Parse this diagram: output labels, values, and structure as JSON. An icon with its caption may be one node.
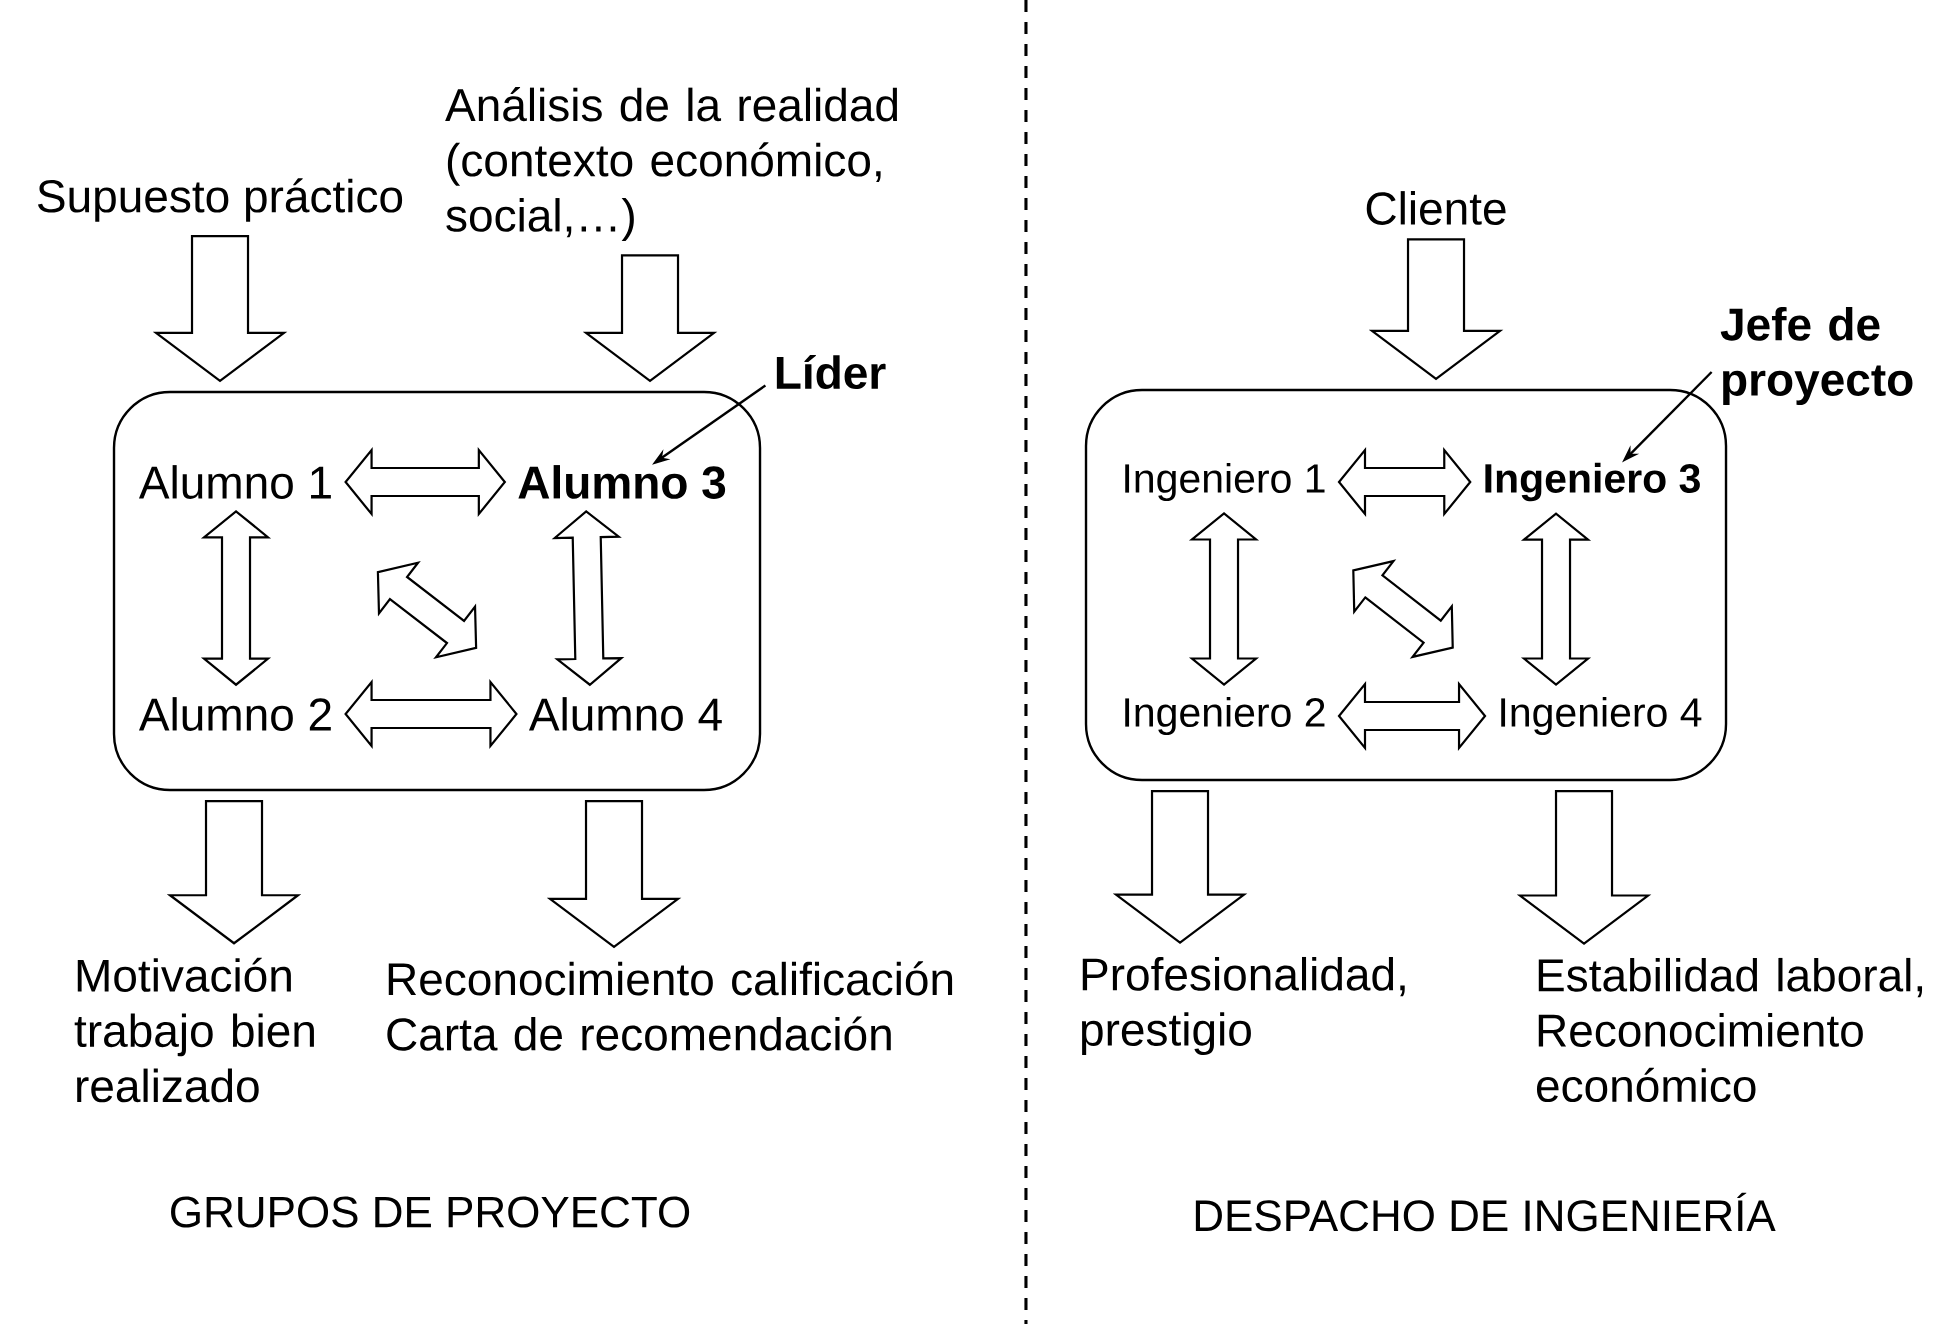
{
  "diagram": {
    "nodes": [
      {
        "text": [],
        "shape": "box"
      },
      {
        "text": [
          "Alumno 1"
        ],
        "in": 0
      },
      {
        "text": [
          "Alumno 3"
        ],
        "in": 0
      },
      {
        "text": [
          "Alumno 2"
        ],
        "in": 0
      },
      {
        "text": [
          "Alumno 4"
        ],
        "in": 0
      },
      {
        "text": [
          "Supuesto práctico"
        ]
      },
      {
        "text": [
          "Análisis de la realidad (contexto económico, social,…)"
        ]
      },
      {
        "text": [
          "Líder"
        ]
      },
      {
        "text": [
          "Motivación trabajo bien realizado"
        ]
      },
      {
        "text": [
          "Reconocimiento calificación Carta de recomendación"
        ]
      },
      {
        "text": [],
        "shape": "box"
      },
      {
        "text": [
          "Ingeniero 1"
        ],
        "in": 10
      },
      {
        "text": [
          "Ingeniero 3"
        ],
        "in": 10
      },
      {
        "text": [
          "Ingeniero 2"
        ],
        "in": 10
      },
      {
        "text": [
          "Ingeniero 4"
        ],
        "in": 10
      },
      {
        "text": [
          "Cliente"
        ]
      },
      {
        "text": [
          "Jefe de proyecto"
        ]
      },
      {
        "text": [
          "Profesionalidad, prestigio"
        ]
      },
      {
        "text": [
          "Estabilidad laboral, Reconocimiento económico"
        ]
      }
    ],
    "edges": [
      {
        "from": 5,
        "to": 0,
        "arrow": "to",
        "style": "thick"
      },
      {
        "from": 6,
        "to": 0,
        "arrow": "to",
        "style": "thick"
      },
      {
        "from": 0,
        "to": 8,
        "arrow": "to",
        "style": "thick"
      },
      {
        "from": 0,
        "to": 9,
        "arrow": "to",
        "style": "thick"
      },
      {
        "from": 1,
        "to": 2,
        "arrow": "both",
        "style": "thick"
      },
      {
        "from": 1,
        "to": 3,
        "arrow": "both",
        "style": "thick"
      },
      {
        "from": 2,
        "to": 4,
        "arrow": "both",
        "style": "thick"
      },
      {
        "from": 3,
        "to": 4,
        "arrow": "both",
        "style": "thick"
      },
      {
        "from": 1,
        "to": 4,
        "arrow": "both",
        "style": "thick"
      },
      {
        "from": 7,
        "to": 2,
        "arrow": "to"
      },
      {
        "from": 15,
        "to": 10,
        "arrow": "to",
        "style": "thick"
      },
      {
        "from": 10,
        "to": 17,
        "arrow": "to",
        "style": "thick"
      },
      {
        "from": 10,
        "to": 18,
        "arrow": "to",
        "style": "thick"
      },
      {
        "from": 11,
        "to": 12,
        "arrow": "both",
        "style": "thick"
      },
      {
        "from": 11,
        "to": 13,
        "arrow": "both",
        "style": "thick"
      },
      {
        "from": 12,
        "to": 14,
        "arrow": "both",
        "style": "thick"
      },
      {
        "from": 13,
        "to": 14,
        "arrow": "both",
        "style": "thick"
      },
      {
        "from": 11,
        "to": 14,
        "arrow": "both",
        "style": "thick"
      },
      {
        "from": 16,
        "to": 12,
        "arrow": "to"
      }
    ],
    "labels": [
      "GRUPOS DE PROYECTO",
      "DESPACHO DE INGENIERÍA"
    ]
  }
}
